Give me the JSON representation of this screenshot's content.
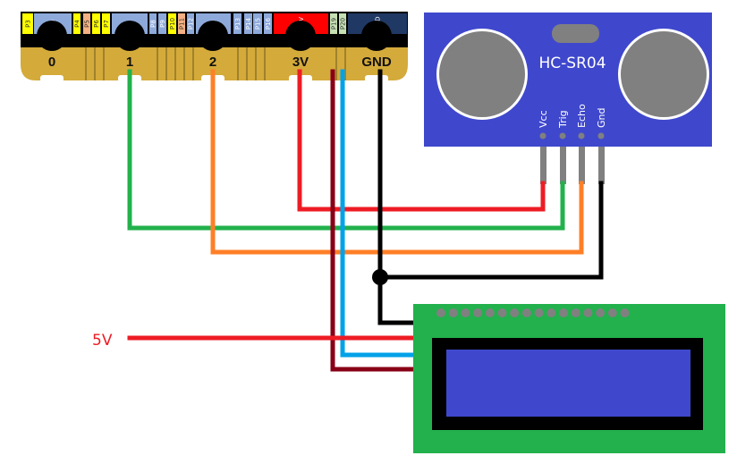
{
  "microbit": {
    "pins": [
      {
        "label": "P3",
        "color": "#ffff00"
      },
      {
        "label": "P0",
        "color": "#8eaadb"
      },
      {
        "label": "P4",
        "color": "#ffff00"
      },
      {
        "label": "P5",
        "color": "#f4b183"
      },
      {
        "label": "P6",
        "color": "#ffff00"
      },
      {
        "label": "P7",
        "color": "#ffff00"
      },
      {
        "label": "P1",
        "color": "#8eaadb"
      },
      {
        "label": "P8",
        "color": "#8eaadb"
      },
      {
        "label": "P9",
        "color": "#8eaadb"
      },
      {
        "label": "P10",
        "color": "#ffff00"
      },
      {
        "label": "P11",
        "color": "#f4b183"
      },
      {
        "label": "P12",
        "color": "#8eaadb"
      },
      {
        "label": "P2",
        "color": "#8eaadb"
      },
      {
        "label": "P13",
        "color": "#8eaadb"
      },
      {
        "label": "P14",
        "color": "#8eaadb"
      },
      {
        "label": "P15",
        "color": "#8eaadb"
      },
      {
        "label": "P16",
        "color": "#8eaadb"
      },
      {
        "label": "+3V",
        "color": "#ff0000"
      },
      {
        "label": "P19",
        "color": "#c5e0b4"
      },
      {
        "label": "P20",
        "color": "#c5e0b4"
      },
      {
        "label": "GND",
        "color": "#203864"
      }
    ],
    "edge_labels": [
      "0",
      "1",
      "2",
      "3V",
      "GND"
    ]
  },
  "sensor": {
    "title": "HC-SR04",
    "pins": [
      "Vcc",
      "Trig",
      "Echo",
      "Gnd"
    ],
    "color": "#3f48cc"
  },
  "lcd": {
    "board_color": "#22b14c",
    "screen_color": "#3f48cc",
    "header_pins": 16
  },
  "supply_label": "5V",
  "wire_colors": {
    "green": "#22b14c",
    "orange": "#ff7f27",
    "red": "#ed1c24",
    "black": "#000000",
    "darkred": "#880015",
    "blue": "#00a2e8"
  }
}
